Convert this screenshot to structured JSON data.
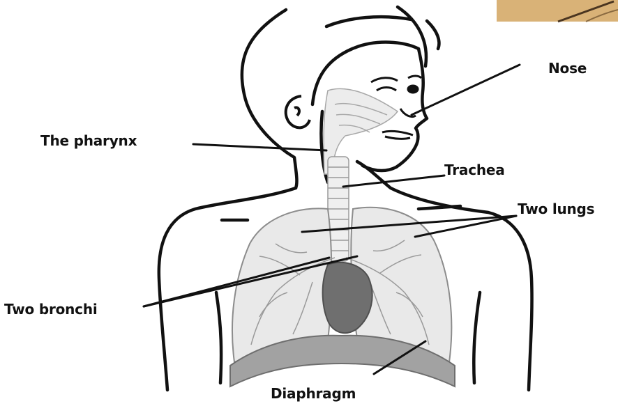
{
  "labels": {
    "nose": "Nose",
    "pharynx": "The pharynx",
    "trachea": "Trachea",
    "two_lungs": "Two lungs",
    "two_bronchi": "Two bronchi",
    "diaphragm": "Diaphragm"
  },
  "colors": {
    "outline": "#111111",
    "lung_fill": "#e9e9e9",
    "lung_detail": "#9a9a9a",
    "heart": "#6f6f6f",
    "diaphragm": "#9c9c9c",
    "corner_inset": "#d8b074"
  }
}
